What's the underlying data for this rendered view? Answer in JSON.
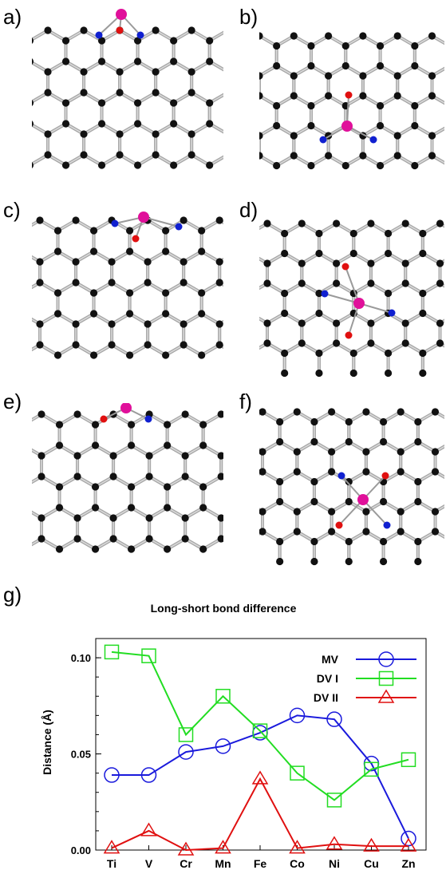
{
  "panels": {
    "a": "a)",
    "b": "b)",
    "c": "c)",
    "d": "d)",
    "e": "e)",
    "f": "f)",
    "g": "g)"
  },
  "colors": {
    "carbon": "#111111",
    "bond": "#a8a8a8",
    "metal": "#e0109a",
    "oxygen": "#e01010",
    "nitrogen": "#1020d0",
    "series_mv": "#1a1adc",
    "series_dv1": "#22dd22",
    "series_dv2": "#e01010"
  },
  "chart_data": {
    "type": "line",
    "title": "Long-short bond difference",
    "xlabel": "",
    "ylabel": "Distance (Å)",
    "categories": [
      "Ti",
      "V",
      "Cr",
      "Mn",
      "Fe",
      "Co",
      "Ni",
      "Cu",
      "Zn"
    ],
    "ylim": [
      0,
      0.11
    ],
    "yticks": [
      "0.00",
      "0.05",
      "0.10"
    ],
    "legend_position": "top-right",
    "series": [
      {
        "name": "MV",
        "marker": "circle",
        "values": [
          0.039,
          0.039,
          0.051,
          0.054,
          0.061,
          0.07,
          0.068,
          0.045,
          0.006
        ]
      },
      {
        "name": "DV I",
        "marker": "square",
        "values": [
          0.103,
          0.101,
          0.06,
          0.08,
          0.062,
          0.04,
          0.026,
          0.042,
          0.047
        ]
      },
      {
        "name": "DV II",
        "marker": "triangle",
        "values": [
          0.001,
          0.01,
          0.0,
          0.001,
          0.037,
          0.001,
          0.003,
          0.002,
          0.002
        ]
      }
    ]
  }
}
